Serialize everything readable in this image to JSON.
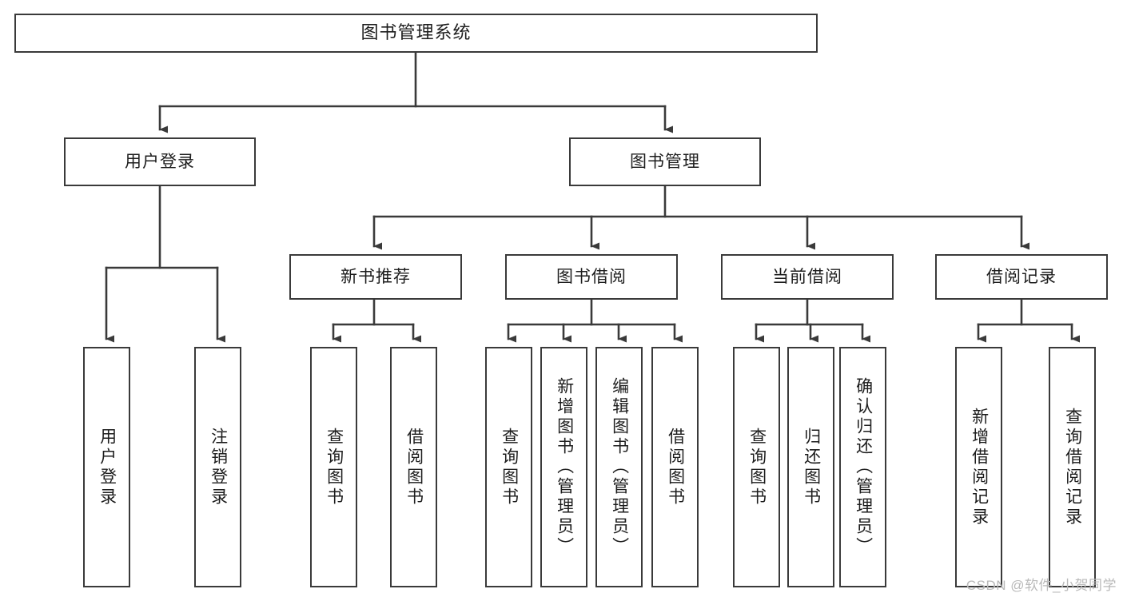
{
  "diagram": {
    "title": "图书管理系统",
    "type": "tree-hierarchy",
    "background_color": "#ffffff",
    "box_border_color": "#3a3a3a",
    "connector_color": "#3a3a3a",
    "text_color": "#1d1d1d"
  },
  "nodes": {
    "root": {
      "label": "图书管理系统",
      "level": 0
    },
    "level1": [
      {
        "id": "user-login",
        "label": "用户登录",
        "level": 1
      },
      {
        "id": "book-manage",
        "label": "图书管理",
        "level": 1
      }
    ],
    "level2": [
      {
        "id": "new-book-rec",
        "label": "新书推荐",
        "level": 2,
        "parent": "book-manage"
      },
      {
        "id": "book-borrow",
        "label": "图书借阅",
        "level": 2,
        "parent": "book-manage"
      },
      {
        "id": "current-borrow",
        "label": "当前借阅",
        "level": 2,
        "parent": "book-manage"
      },
      {
        "id": "borrow-record",
        "label": "借阅记录",
        "level": 2,
        "parent": "book-manage"
      }
    ],
    "leaves": [
      {
        "id": "leaf-user-login",
        "label": "用户登录",
        "parent": "user-login"
      },
      {
        "id": "leaf-logout",
        "label": "注销登录",
        "parent": "user-login"
      },
      {
        "id": "leaf-rec-query",
        "label": "查询图书",
        "parent": "new-book-rec"
      },
      {
        "id": "leaf-rec-borrow",
        "label": "借阅图书",
        "parent": "new-book-rec"
      },
      {
        "id": "leaf-borrow-query",
        "label": "查询图书",
        "parent": "book-borrow"
      },
      {
        "id": "leaf-add-book",
        "label": "新增图书（管理员）",
        "parent": "book-borrow"
      },
      {
        "id": "leaf-edit-book",
        "label": "编辑图书（管理员）",
        "parent": "book-borrow"
      },
      {
        "id": "leaf-borrow-book",
        "label": "借阅图书",
        "parent": "book-borrow"
      },
      {
        "id": "leaf-cur-query",
        "label": "查询图书",
        "parent": "current-borrow"
      },
      {
        "id": "leaf-return-book",
        "label": "归还图书",
        "parent": "current-borrow"
      },
      {
        "id": "leaf-confirm-return",
        "label": "确认归还（管理员）",
        "parent": "current-borrow"
      },
      {
        "id": "leaf-add-record",
        "label": "新增借阅记录",
        "parent": "borrow-record"
      },
      {
        "id": "leaf-query-record",
        "label": "查询借阅记录",
        "parent": "borrow-record"
      }
    ]
  },
  "watermark": {
    "text": "CSDN @软件_小贺同学"
  }
}
